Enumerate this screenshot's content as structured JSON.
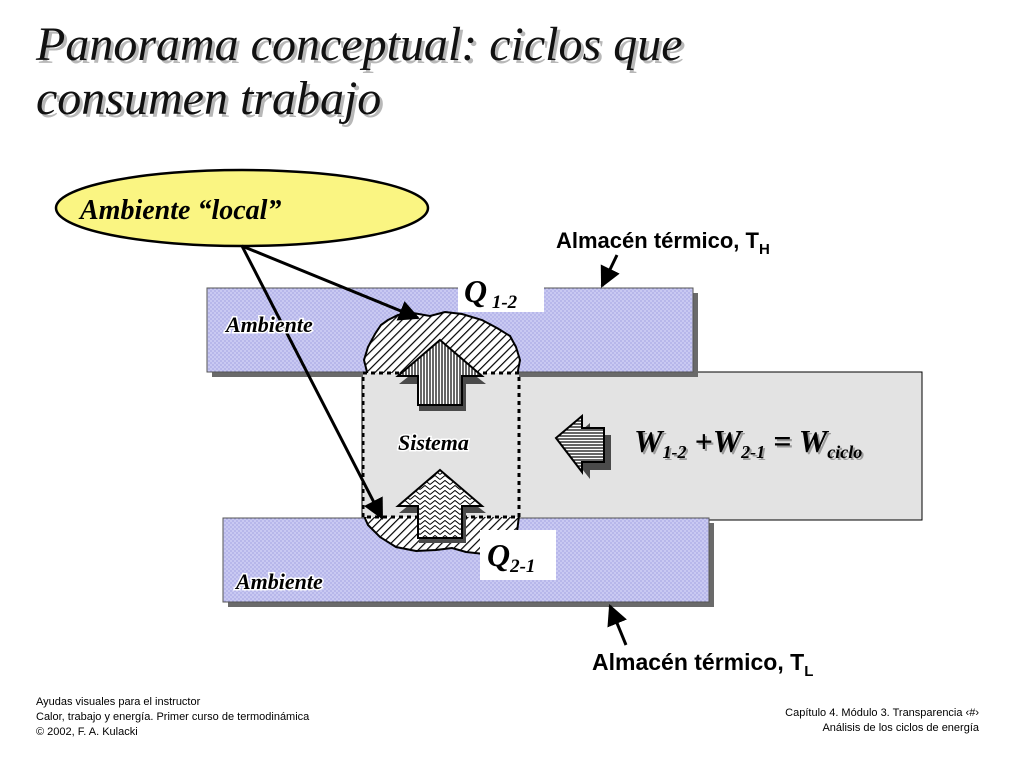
{
  "slide": {
    "title_line1": "Panorama conceptual: ciclos que",
    "title_line2": "consumen trabajo"
  },
  "diagram": {
    "local_environment_label": "Ambiente “local”",
    "hot_reservoir": {
      "label": "Almacén térmico, T",
      "subscript": "H"
    },
    "cold_reservoir": {
      "label": "Almacén térmico, T",
      "subscript": "L"
    },
    "environment_top_label": "Ambiente",
    "environment_bottom_label": "Ambiente",
    "system_label": "Sistema",
    "heat_in": {
      "symbol": "Q",
      "subscript": " 1-2"
    },
    "heat_out": {
      "symbol": "Q",
      "subscript": "2-1"
    },
    "work_equation": {
      "w": "W",
      "sub_12": "1-2",
      "plus": " +",
      "sub_21": "2-1",
      "equals": " = ",
      "sub_cycle": "ciclo"
    },
    "colors": {
      "reservoir_fill": "#c9c9f2",
      "reservoir_dots": "#8a8ad6",
      "system_panel": "#e3e3e3",
      "local_ellipse": "#faf582"
    }
  },
  "footer": {
    "left": [
      "Ayudas visuales para el instructor",
      "Calor, trabajo y energía.  Primer curso de termodinámica",
      "© 2002, F. A. Kulacki"
    ],
    "right": [
      "Capítulo 4.  Módulo 3.  Transparencia ‹#›",
      "Análisis de los ciclos de energía"
    ]
  }
}
